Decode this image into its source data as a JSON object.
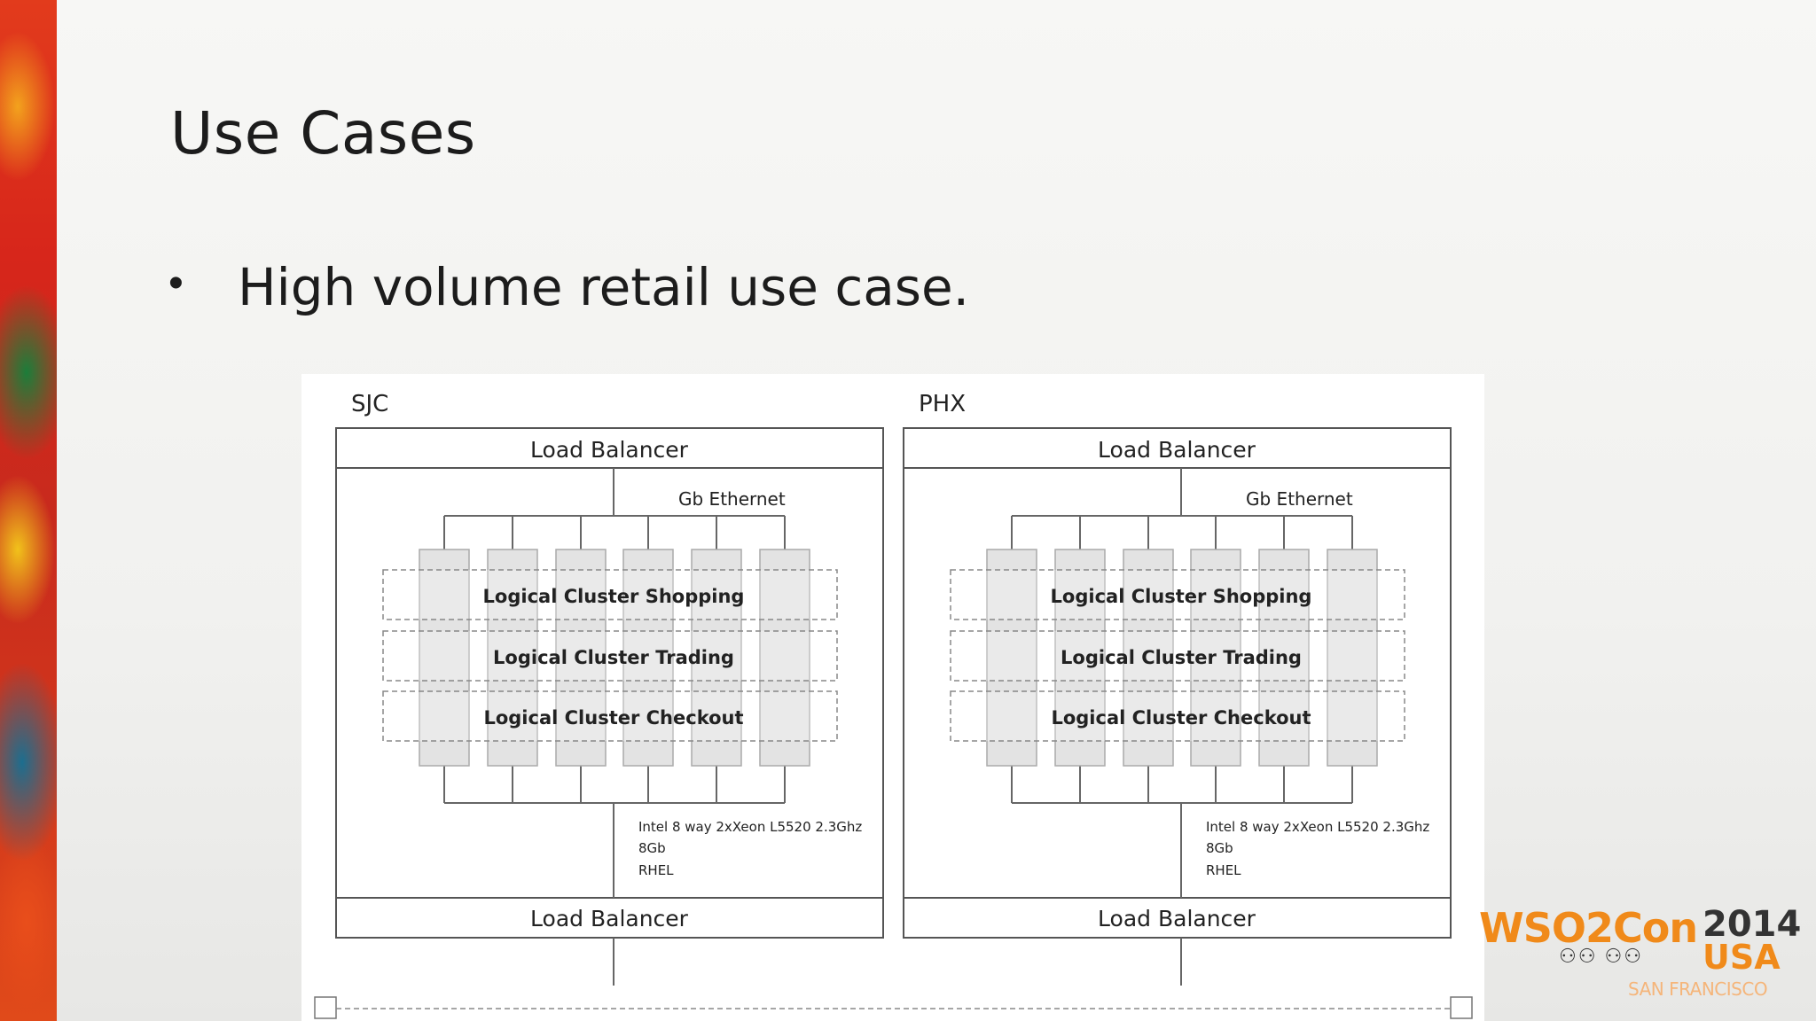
{
  "slide": {
    "title": "Use Cases",
    "bullet": "High volume retail use case."
  },
  "diagram": {
    "sites": [
      {
        "name": "SJC",
        "top_balancer": "Load Balancer",
        "network_label": "Gb Ethernet",
        "clusters": [
          "Logical Cluster Shopping",
          "Logical Cluster Trading",
          "Logical Cluster Checkout"
        ],
        "spec_lines": [
          "Intel 8 way 2xXeon L5520 2.3Ghz",
          "8Gb",
          "RHEL"
        ],
        "bottom_balancer": "Load Balancer"
      },
      {
        "name": "PHX",
        "top_balancer": "Load Balancer",
        "network_label": "Gb Ethernet",
        "clusters": [
          "Logical Cluster Shopping",
          "Logical Cluster Trading",
          "Logical Cluster Checkout"
        ],
        "spec_lines": [
          "Intel 8 way 2xXeon L5520 2.3Ghz",
          "8Gb",
          "RHEL"
        ],
        "bottom_balancer": "Load Balancer"
      }
    ]
  },
  "logo": {
    "brand": "WSO2Con",
    "year": "2014",
    "country": "USA",
    "city": "SAN FRANCISCO"
  },
  "colors": {
    "accent": "#f08a1a",
    "strip": "#d7261b"
  }
}
